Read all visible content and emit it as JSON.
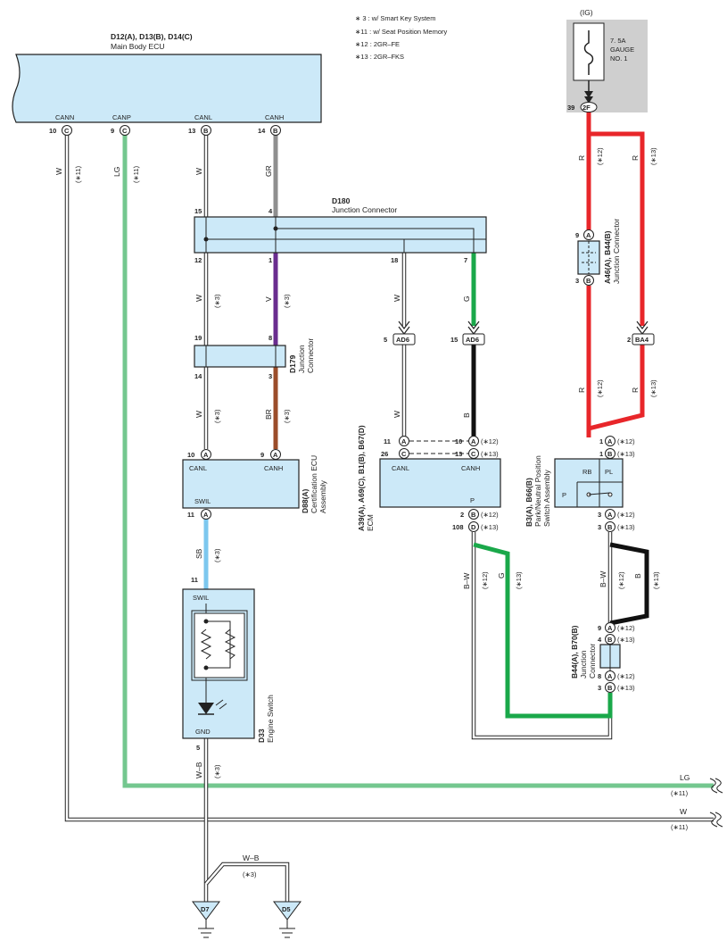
{
  "notes": [
    "∗ 3 : w/ Smart Key System",
    "∗11 : w/ Seat Position Memory",
    "∗12 : 2GR–FE",
    "∗13 : 2GR–FKS"
  ],
  "fuse": {
    "ig": "(IG)",
    "line1": "7. 5A",
    "line2": "GAUGE",
    "line3": "NO. 1",
    "pin": "39",
    "conn": "2F"
  },
  "main_ecu": {
    "code": "D12(A), D13(B), D14(C)",
    "name": "Main Body ECU",
    "pins": [
      {
        "label": "CANN",
        "num": "10",
        "conn": "C"
      },
      {
        "label": "CANP",
        "num": "9",
        "conn": "C"
      },
      {
        "label": "CANL",
        "num": "13",
        "conn": "B"
      },
      {
        "label": "CANH",
        "num": "14",
        "conn": "B"
      }
    ]
  },
  "wires": {
    "w_cann": "W",
    "w_cann_note": "(∗11)",
    "lg_canp": "LG",
    "lg_canp_note": "(∗11)",
    "w_canl": "W",
    "gr_canh": "GR",
    "w_d180_12": "W",
    "w_d180_12_note": "(∗3)",
    "v_d180_1": "V",
    "v_d180_1_note": "(∗3)",
    "w_d179_14": "W",
    "w_d179_14_note": "(∗3)",
    "br_d179_3": "BR",
    "br_d179_3_note": "(∗3)",
    "w_ad6_18": "W",
    "g_ad6_7": "G",
    "w_ad6_5": "W",
    "b_ad6_15": "B",
    "r_a46_1": "R",
    "r_a46_1_note": "(∗12)",
    "r_ba4": "R",
    "r_ba4_note": "(∗13)",
    "r_b3_12": "R",
    "r_b3_12_note": "(∗12)",
    "r_b3_13": "R",
    "r_b3_13_note": "(∗13)",
    "sb": "SB",
    "sb_note": "(∗3)",
    "bw_ecm": "B–W",
    "bw_ecm_note": "(∗12)",
    "g_ecm": "G",
    "g_ecm_note": "(∗13)",
    "bw_b3": "B–W",
    "bw_b3_note": "(∗12)",
    "b_b3": "B",
    "b_b3_note": "(∗13)",
    "wb_d33": "W–B",
    "wb_d33_note": "(∗3)",
    "wb_gnd": "W–B",
    "wb_gnd_note": "(∗3)",
    "lg_right": "LG",
    "lg_right_note": "(∗11)",
    "w_right": "W",
    "w_right_note": "(∗11)"
  },
  "d180": {
    "code": "D180",
    "name": "Junction Connector",
    "pins_top": [
      "15",
      "4"
    ],
    "pins_bottom": [
      "12",
      "1",
      "18",
      "7"
    ]
  },
  "d179": {
    "code": "D179",
    "name1": "Junction",
    "name2": "Connector",
    "pins_top": [
      "19",
      "8"
    ],
    "pins_bottom": [
      "14",
      "3"
    ]
  },
  "d88": {
    "code": "D88(A)",
    "name1": "Certification ECU",
    "name2": "Assembly",
    "canl": "CANL",
    "canh": "CANH",
    "swil": "SWIL",
    "pin_canl": "10",
    "pin_canh": "9",
    "pin_swil": "11",
    "conn": "A"
  },
  "ad6": {
    "label": "AD6",
    "pin_w": "5",
    "pin_b": "15"
  },
  "ecm": {
    "code": "A39(A), A69(C), B1(B), B67(D)",
    "name": "ECM",
    "canl": "CANL",
    "canh": "CANH",
    "p": "P",
    "pins_left": [
      {
        "num": "11",
        "conn": "A"
      },
      {
        "num": "26",
        "conn": "C"
      }
    ],
    "pins_right": [
      {
        "num": "10",
        "conn": "A",
        "note": "(∗12)"
      },
      {
        "num": "13",
        "conn": "C",
        "note": "(∗13)"
      }
    ],
    "pins_p": [
      {
        "num": "2",
        "conn": "B",
        "note": "(∗12)"
      },
      {
        "num": "108",
        "conn": "D",
        "note": "(∗13)"
      }
    ]
  },
  "a46": {
    "code": "A46(A), B44(B)",
    "name": "Junction Connector",
    "pin_top": "9",
    "conn_top": "A",
    "pin_bottom": "3",
    "conn_bottom": "B"
  },
  "ba4": {
    "label": "BA4",
    "pin": "2"
  },
  "b3": {
    "code": "B3(A), B66(B)",
    "name1": "Park/Neutral Position",
    "name2": "Switch Assembly",
    "rb": "RB",
    "pl": "PL",
    "p": "P",
    "pins_top": [
      {
        "num": "1",
        "conn": "A",
        "note": "(∗12)"
      },
      {
        "num": "1",
        "conn": "B",
        "note": "(∗13)"
      }
    ],
    "pins_bottom": [
      {
        "num": "3",
        "conn": "A",
        "note": "(∗12)"
      },
      {
        "num": "3",
        "conn": "B",
        "note": "(∗13)"
      }
    ]
  },
  "b44": {
    "code": "B44(A), B70(B)",
    "name1": "Junction",
    "name2": "Connector",
    "pins": [
      {
        "num": "9",
        "conn": "A",
        "note": "(∗12)"
      },
      {
        "num": "4",
        "conn": "B",
        "note": "(∗13)"
      },
      {
        "num": "8",
        "conn": "A",
        "note": "(∗12)"
      },
      {
        "num": "3",
        "conn": "B",
        "note": "(∗13)"
      }
    ]
  },
  "d33": {
    "code": "D33",
    "name": "Engine Switch",
    "swil": "SWIL",
    "gnd": "GND",
    "pin_top": "11",
    "pin_bottom": "5"
  },
  "grounds": [
    "D7",
    "D5"
  ],
  "colors": {
    "red": "#e8262a",
    "green": "#1aa84a",
    "lg": "#74c78f",
    "purple": "#6a2d8f",
    "brown": "#9b4d2a",
    "gray": "#8f8f8f",
    "sb": "#7cc7ee",
    "black": "#111111",
    "box": "#cce9f8",
    "fusebg": "#cfcfcf"
  }
}
